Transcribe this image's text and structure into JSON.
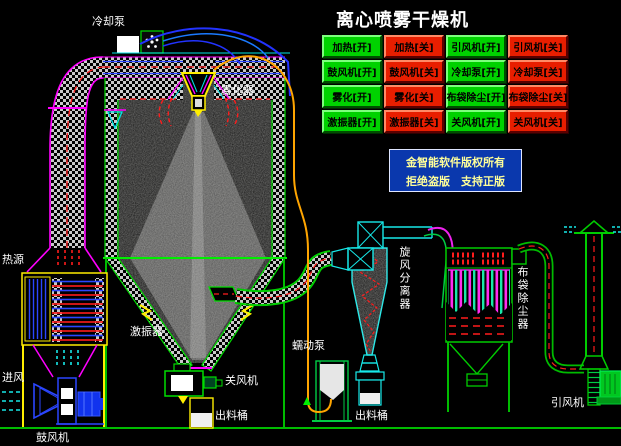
{
  "title": "离心喷雾干燥机",
  "control_panel": {
    "buttons": [
      {
        "label": "加热[开]",
        "state": "on"
      },
      {
        "label": "加热[关]",
        "state": "off"
      },
      {
        "label": "引风机[开]",
        "state": "on"
      },
      {
        "label": "引风机[关]",
        "state": "off"
      },
      {
        "label": "鼓风机[开]",
        "state": "on"
      },
      {
        "label": "鼓风机[关]",
        "state": "off"
      },
      {
        "label": "冷却泵[开]",
        "state": "on"
      },
      {
        "label": "冷却泵[关]",
        "state": "off"
      },
      {
        "label": "雾化[开]",
        "state": "on"
      },
      {
        "label": "雾化[关]",
        "state": "off"
      },
      {
        "label": "布袋除尘[开]",
        "state": "on"
      },
      {
        "label": "布袋除尘[关]",
        "state": "off"
      },
      {
        "label": "激振器[开]",
        "state": "on"
      },
      {
        "label": "激振器[关]",
        "state": "off"
      },
      {
        "label": "关风机[开]",
        "state": "on"
      },
      {
        "label": "关风机[关]",
        "state": "off"
      }
    ]
  },
  "copyright": {
    "line1": "金智能软件版权所有",
    "line2": "拒绝盗版　支持正版"
  },
  "equipment_labels": {
    "cooling_pump": "冷却泵",
    "atomizer": "雾化器",
    "heat_source": "热源",
    "vibrator": "激振器",
    "air_inlet": "进风",
    "blower": "鼓风机",
    "rotary_valve": "关风机",
    "discharge_bucket_left": "出料桶",
    "feed_pump": "蠕动泵",
    "cyclone_separator": "旋风分离器",
    "discharge_bucket_right": "出料桶",
    "bag_filter": "布袋除尘器",
    "induced_draft_fan": "引风机"
  },
  "colors": {
    "button_on": "#00d200",
    "button_off": "#e81e00",
    "background": "#000000",
    "copyright_bg": "#0a38ad",
    "copyright_text": "#ffff99",
    "label_text": "#ffffff"
  }
}
